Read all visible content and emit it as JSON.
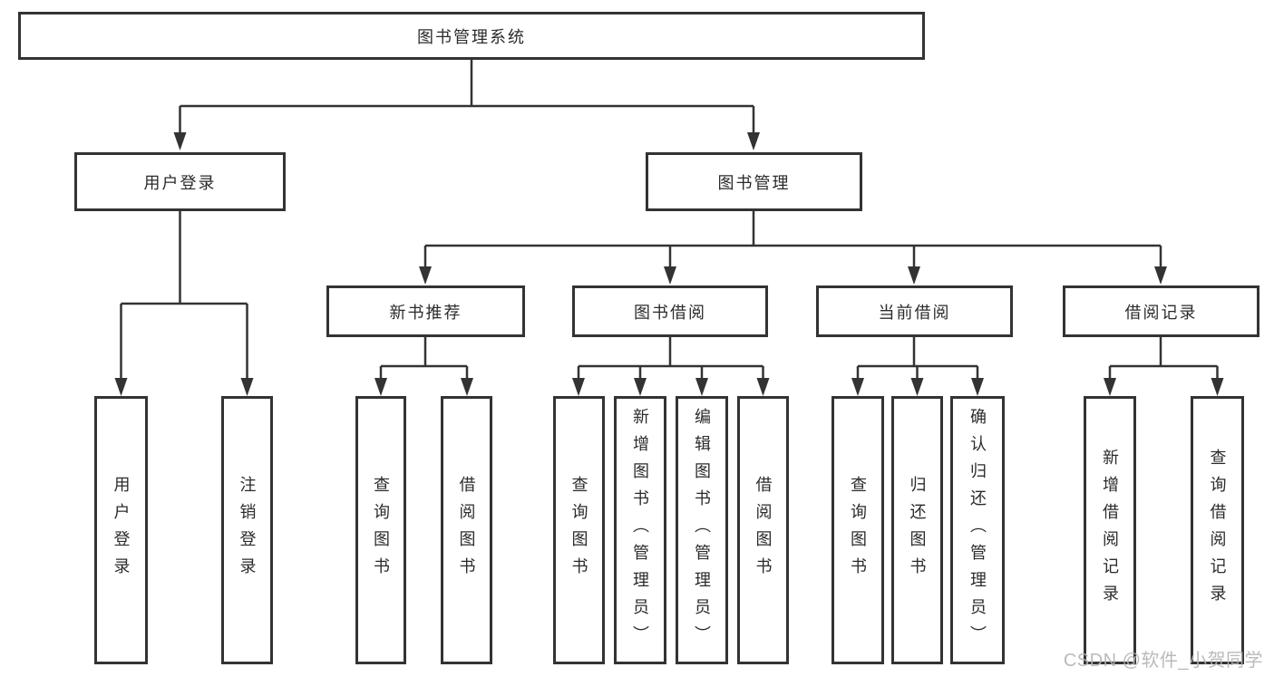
{
  "diagram": {
    "title": "图书管理系统",
    "colors": {
      "line": "#333333",
      "box_border": "#333333",
      "text": "#2b2b2b",
      "background": "#ffffff",
      "watermark": "#b2b2b2"
    },
    "root": {
      "label": "图书管理系统"
    },
    "branches": [
      {
        "label": "用户登录",
        "children": [
          {
            "label": "用户登录"
          },
          {
            "label": "注销登录"
          }
        ]
      },
      {
        "label": "图书管理",
        "groups": [
          {
            "label": "新书推荐",
            "children": [
              {
                "label": "查询图书"
              },
              {
                "label": "借阅图书"
              }
            ]
          },
          {
            "label": "图书借阅",
            "children": [
              {
                "label": "查询图书"
              },
              {
                "label": "新增图书（管理员）"
              },
              {
                "label": "编辑图书（管理员）"
              },
              {
                "label": "借阅图书"
              }
            ]
          },
          {
            "label": "当前借阅",
            "children": [
              {
                "label": "查询图书"
              },
              {
                "label": "归还图书"
              },
              {
                "label": "确认归还（管理员）"
              }
            ]
          },
          {
            "label": "借阅记录",
            "children": [
              {
                "label": "新增借阅记录"
              },
              {
                "label": "查询借阅记录"
              }
            ]
          }
        ]
      }
    ],
    "watermark": {
      "text": "CSDN @软件_小贺同学"
    }
  }
}
